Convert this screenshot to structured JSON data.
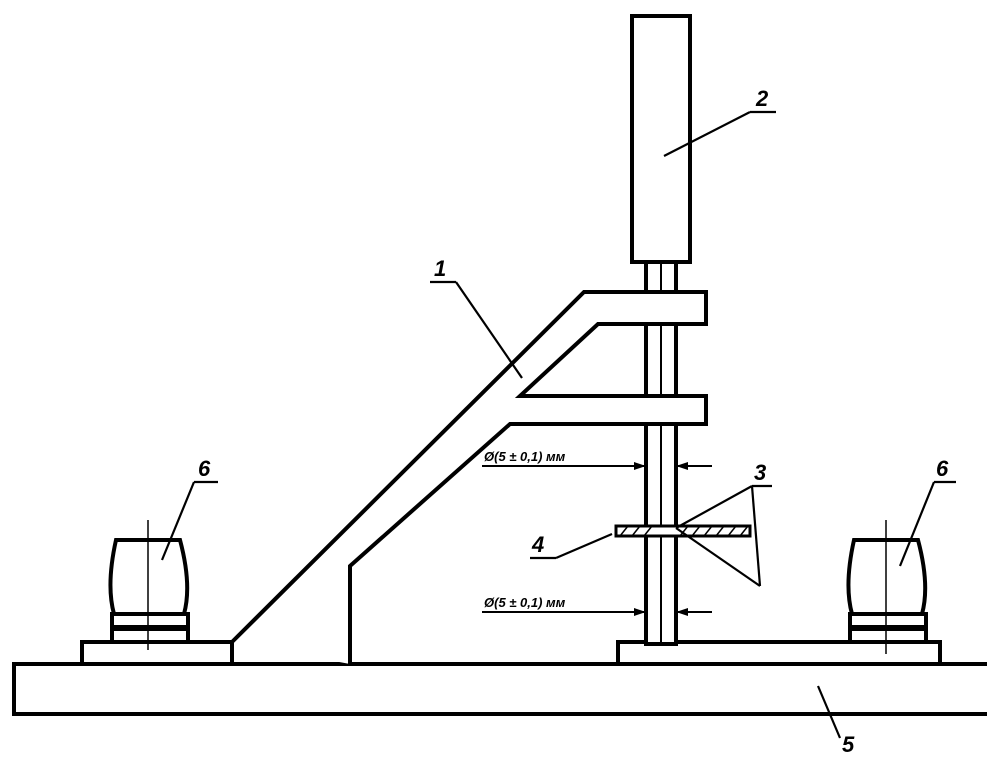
{
  "labels": {
    "frame": "1",
    "weight": "2",
    "marks": "3",
    "specimen": "4",
    "base": "5",
    "support_left": "6",
    "support_right": "6"
  },
  "dimensions": {
    "upper": "Ø(5 ± 0,1) мм",
    "lower": "Ø(5 ± 0,1) мм"
  }
}
